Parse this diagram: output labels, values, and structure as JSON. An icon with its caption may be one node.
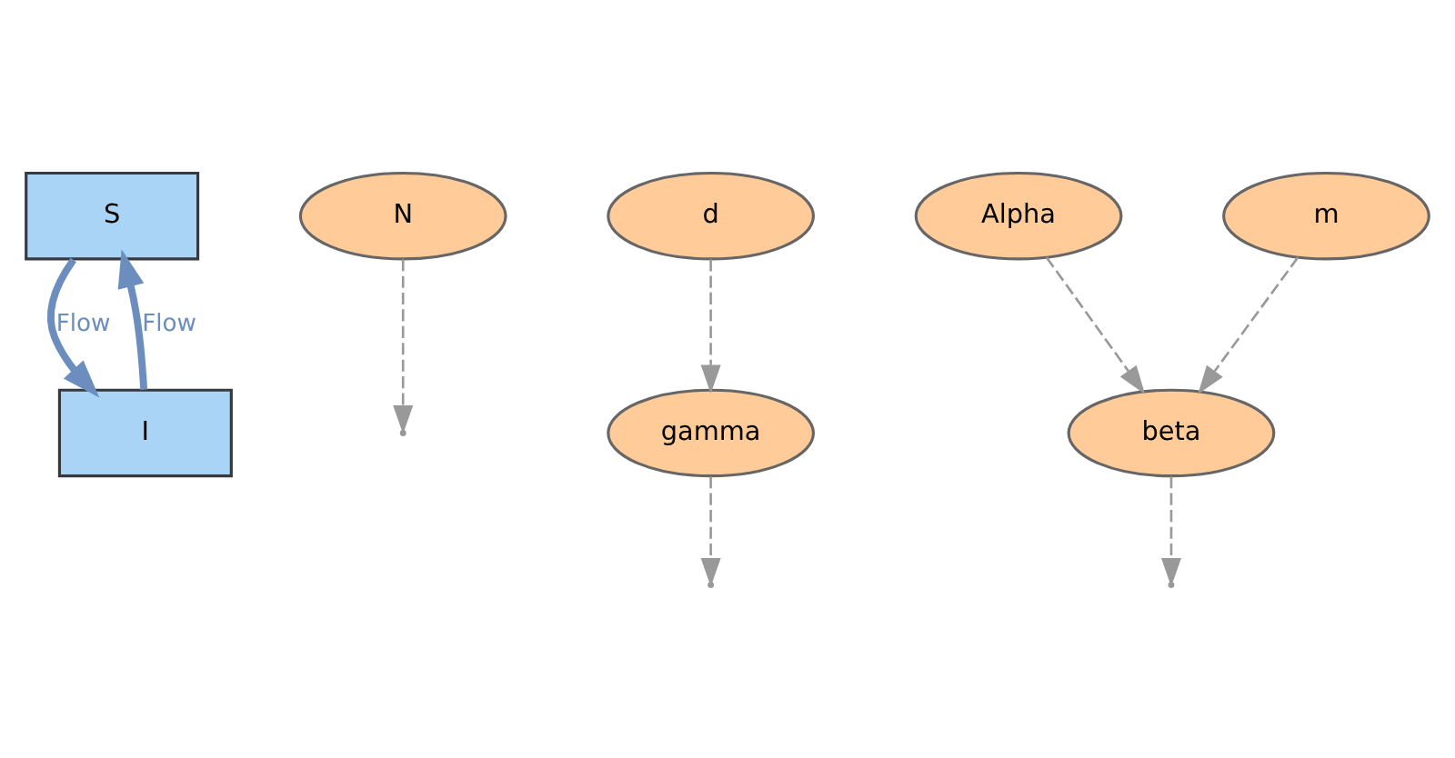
{
  "diagram": {
    "nodes": [
      {
        "text": [
          "S"
        ]
      },
      {
        "text": [
          "I"
        ]
      },
      {
        "text": [
          "N"
        ]
      },
      {
        "text": [
          "gamma"
        ]
      },
      {
        "text": [
          "beta"
        ]
      },
      {
        "text": [
          "Alpha"
        ]
      },
      {
        "text": [
          "d"
        ]
      },
      {
        "text": [
          "m"
        ]
      }
    ],
    "edges": [
      {
        "from": 1,
        "to": 0,
        "arrow": "to",
        "label": "Flow",
        "style": "thick",
        "color": "#6c8ebf"
      },
      {
        "from": 0,
        "to": 1,
        "arrow": "to",
        "label": "Flow",
        "style": "thick",
        "color": "#6c8ebf"
      },
      {
        "from": 3,
        "to": null,
        "arrow": "to",
        "style": "dashed"
      },
      {
        "from": 6,
        "to": 3,
        "arrow": "to",
        "style": "dashed"
      },
      {
        "from": 2,
        "to": null,
        "arrow": "to",
        "style": "dashed"
      },
      {
        "from": 4,
        "to": null,
        "arrow": "to",
        "style": "dashed"
      },
      {
        "from": 5,
        "to": 4,
        "arrow": "to",
        "style": "dashed"
      },
      {
        "from": 7,
        "to": 4,
        "arrow": "to",
        "style": "dashed"
      }
    ]
  }
}
